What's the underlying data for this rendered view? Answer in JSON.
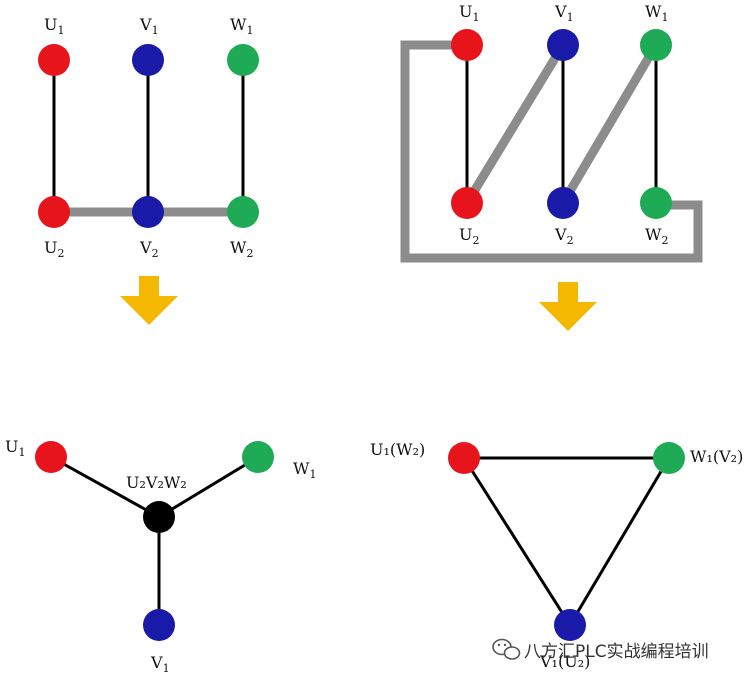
{
  "colors": {
    "u_phase": "#e8141c",
    "v_phase": "#1a1aa8",
    "w_phase": "#1faa55",
    "neutral": "#000000",
    "link": "#8c8c8c",
    "arrow": "#f5b800"
  },
  "star": {
    "top_labels": [
      {
        "base": "U",
        "sub": "1"
      },
      {
        "base": "V",
        "sub": "1"
      },
      {
        "base": "W",
        "sub": "1"
      }
    ],
    "bottom_labels": [
      {
        "base": "U",
        "sub": "2"
      },
      {
        "base": "V",
        "sub": "2"
      },
      {
        "base": "W",
        "sub": "2"
      }
    ],
    "result": {
      "label_u": {
        "base": "U",
        "sub": "1"
      },
      "label_w": {
        "base": "W",
        "sub": "1"
      },
      "label_v": {
        "base": "V",
        "sub": "1"
      },
      "label_center": "U₂V₂W₂"
    }
  },
  "delta": {
    "top_labels": [
      {
        "base": "U",
        "sub": "1"
      },
      {
        "base": "V",
        "sub": "1"
      },
      {
        "base": "W",
        "sub": "1"
      }
    ],
    "bottom_labels": [
      {
        "base": "U",
        "sub": "2"
      },
      {
        "base": "V",
        "sub": "2"
      },
      {
        "base": "W",
        "sub": "2"
      }
    ],
    "result": {
      "label_left": "U₁(W₂)",
      "label_right": "W₁(V₂)",
      "label_bottom": "V₁(U₂)"
    }
  },
  "watermark": {
    "icon": "wechat-icon",
    "text": "八方汇PLC实战编程培训"
  }
}
